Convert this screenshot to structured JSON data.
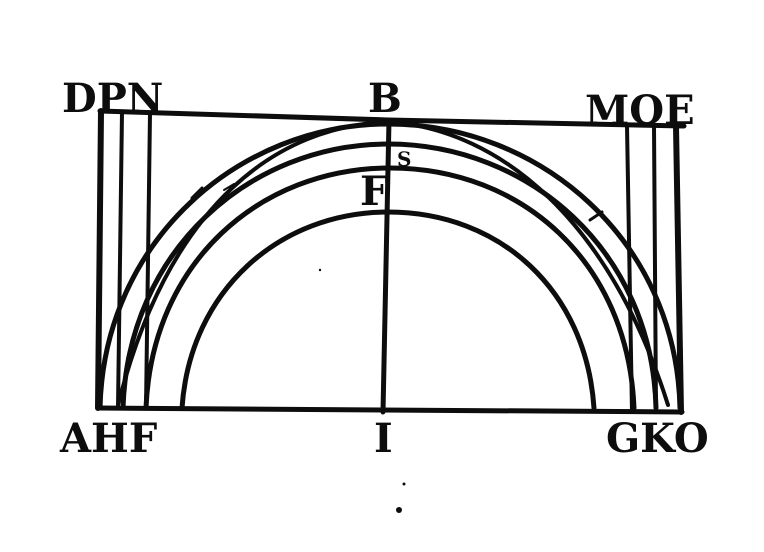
{
  "labels": {
    "top_left": "DPN",
    "top_center": "B",
    "top_right": "MOE",
    "bottom_left": "AHF",
    "bottom_center": "I",
    "bottom_right": "GKO",
    "inner_top": "F",
    "small_mark": "S"
  },
  "colors": {
    "ink": "#0d0d0d",
    "paper": "#ffffff"
  }
}
